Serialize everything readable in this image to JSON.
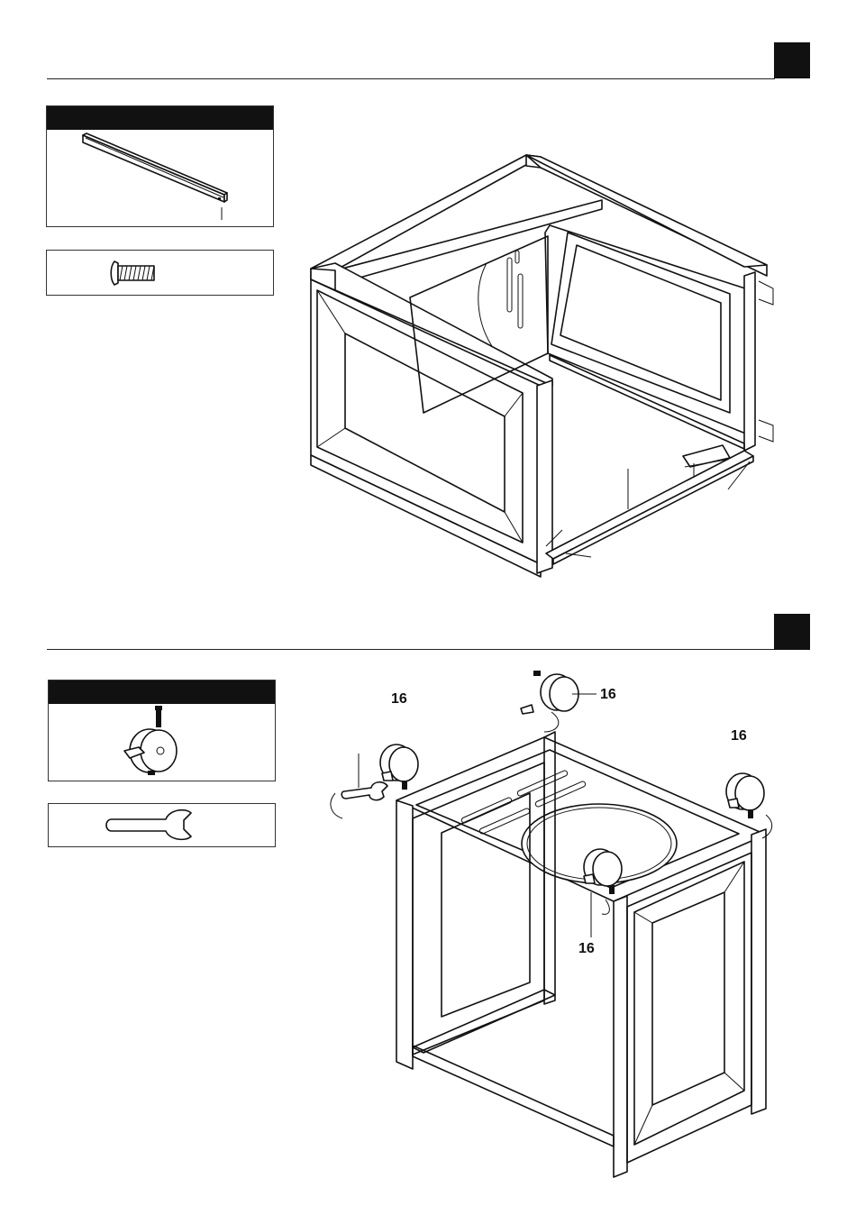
{
  "steps": [
    {
      "parts": [
        {
          "icon": "rail-icon"
        }
      ],
      "tools": [
        {
          "icon": "screw-icon"
        }
      ],
      "figure": {
        "icon": "frame-assembly-icon"
      }
    },
    {
      "parts": [
        {
          "icon": "caster-wheel-icon"
        }
      ],
      "tools": [
        {
          "icon": "wrench-icon"
        }
      ],
      "figure": {
        "icon": "cart-base-caster-icon",
        "callouts": [
          "16",
          "16",
          "16",
          "16"
        ]
      }
    }
  ]
}
